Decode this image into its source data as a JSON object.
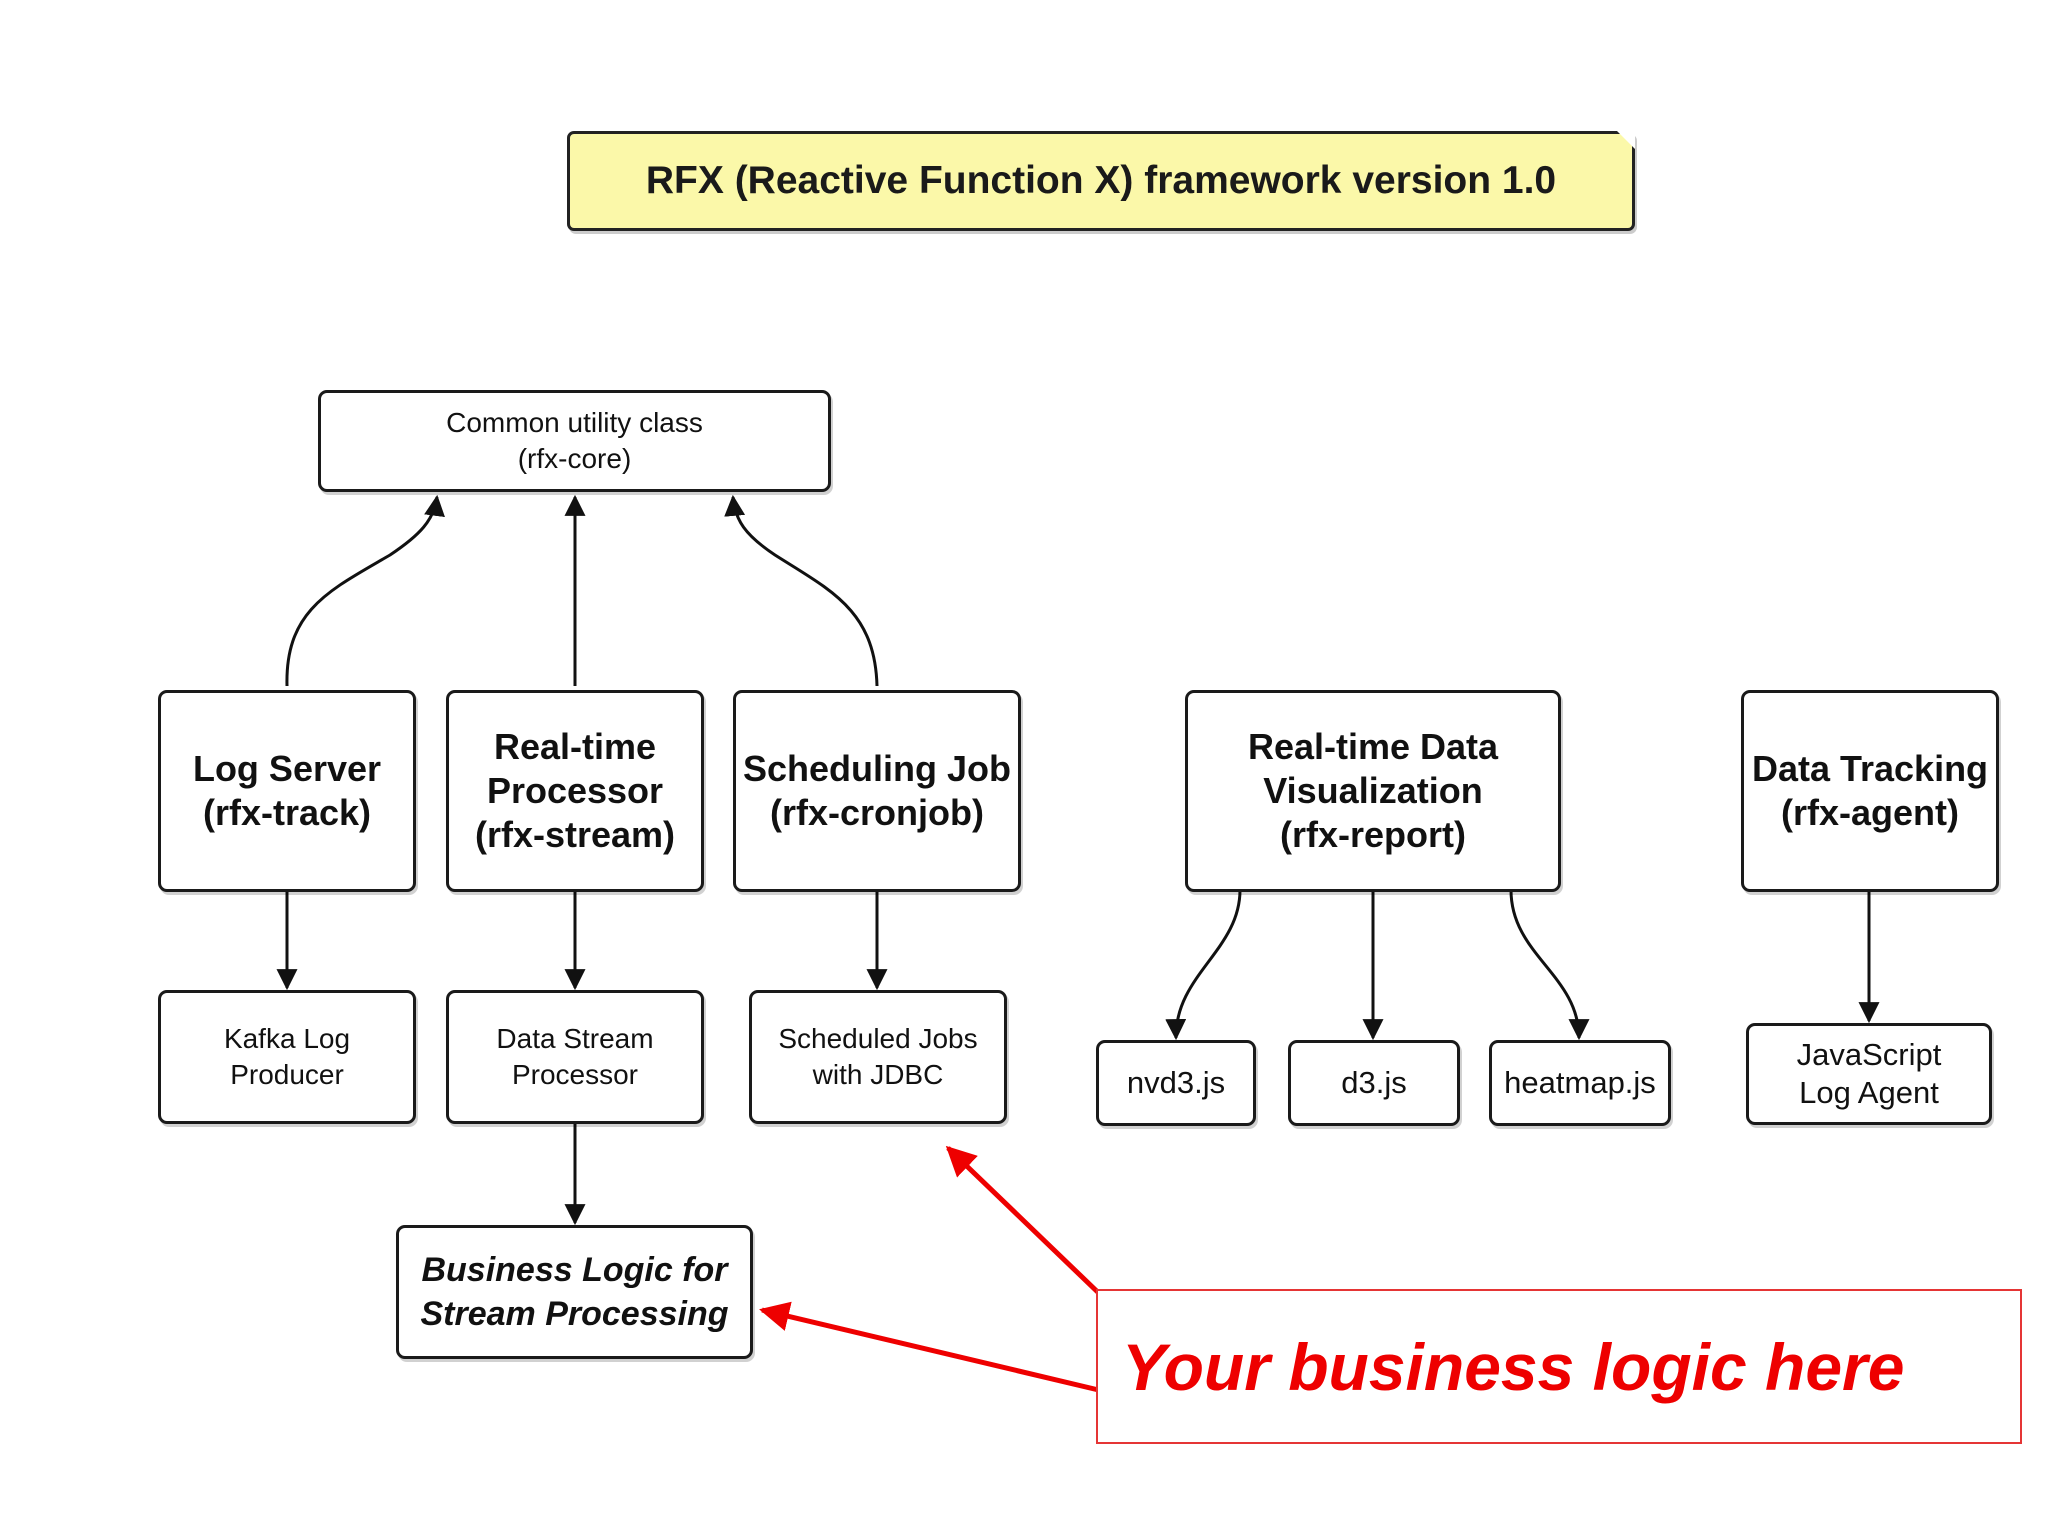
{
  "title": "RFX (Reactive Function X) framework version 1.0",
  "colors": {
    "note_fill": "#fbf8a9",
    "box_border": "#1a1a1a",
    "callout_red": "#ee0000",
    "callout_border": "#e53535"
  },
  "nodes": {
    "core": {
      "lines": [
        "Common utility class",
        "(rfx-core)"
      ]
    },
    "track": {
      "lines": [
        "Log Server",
        "(rfx-track)"
      ]
    },
    "stream": {
      "lines": [
        "Real-time",
        "Processor",
        "(rfx-stream)"
      ]
    },
    "cronjob": {
      "lines": [
        "Scheduling Job",
        "(rfx-cronjob)"
      ]
    },
    "report": {
      "lines": [
        "Real-time Data",
        "Visualization",
        "(rfx-report)"
      ]
    },
    "agent": {
      "lines": [
        "Data Tracking",
        "(rfx-agent)"
      ]
    },
    "kafka": {
      "lines": [
        "Kafka Log",
        "Producer"
      ]
    },
    "dsp": {
      "lines": [
        "Data Stream",
        "Processor"
      ]
    },
    "jdbc": {
      "lines": [
        "Scheduled Jobs",
        "with JDBC"
      ]
    },
    "nvd3": {
      "lines": [
        "nvd3.js"
      ]
    },
    "d3": {
      "lines": [
        "d3.js"
      ]
    },
    "heatmap": {
      "lines": [
        "heatmap.js"
      ]
    },
    "jsagent": {
      "lines": [
        "JavaScript",
        "Log Agent"
      ]
    },
    "business": {
      "lines": [
        "Business Logic for",
        "Stream Processing"
      ]
    }
  },
  "callout": {
    "text": "Your business logic here"
  }
}
